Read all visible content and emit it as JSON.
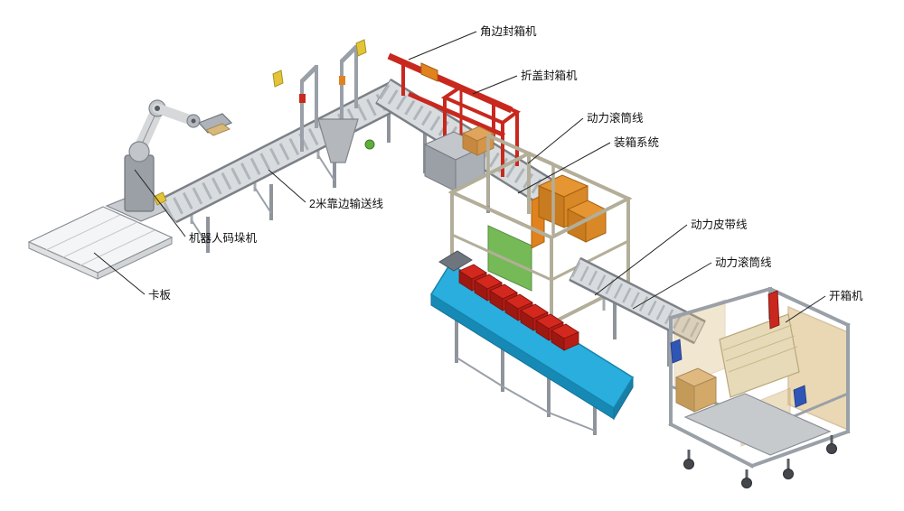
{
  "diagram": {
    "labels": {
      "corner_sealer": "角边封箱机",
      "flap_sealer": "折盖封箱机",
      "roller_line_1": "动力滚筒线",
      "case_packer": "装箱系统",
      "belt_line": "动力皮带线",
      "roller_line_2": "动力滚筒线",
      "erector": "开箱机",
      "conveyor_2m": "2米靠边输送线",
      "robot_palletizer": "机器人码垛机",
      "pallet": "卡板"
    },
    "colors": {
      "machine_red": "#c8281e",
      "box_red": "#d3281e",
      "accent_orange": "#e0831f",
      "carton_orange": "#e59532",
      "belt_blue": "#29aede",
      "panel_amber": "#d9b978",
      "cardboard_tan": "#e7dab8",
      "frame_gray": "#9aa0a8",
      "safety_yellow": "#e4c437",
      "green_accent": "#5fae3c"
    }
  }
}
